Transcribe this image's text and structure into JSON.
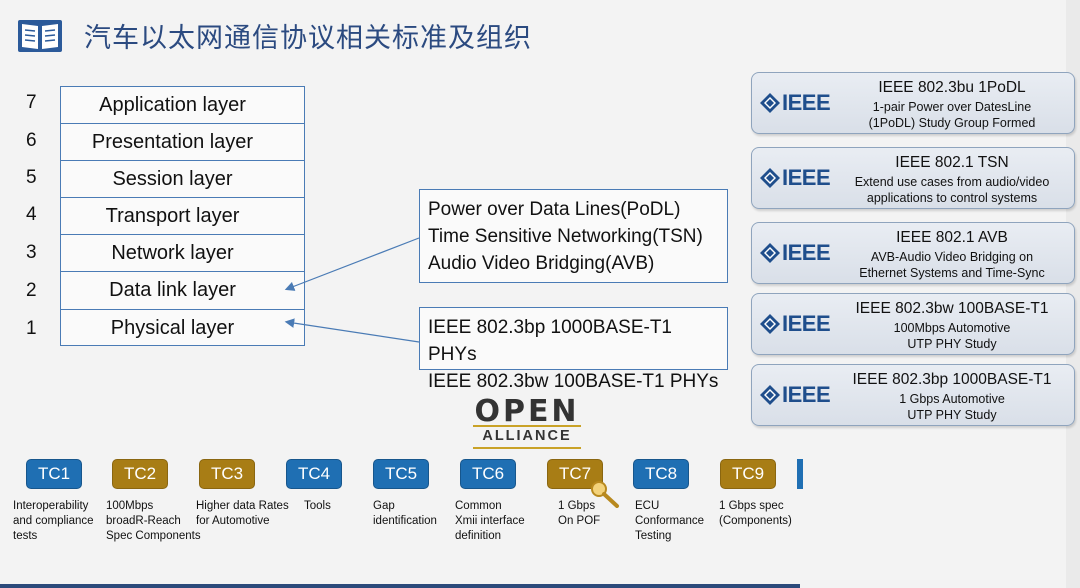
{
  "title": "汽车以太网通信协议相关标准及组织",
  "icons": {
    "header": "book-icon",
    "pen": "pen-icon"
  },
  "colors": {
    "title": "#2b4a80",
    "box_border": "#4a7bb5",
    "tc_blue": "#1f6fb3",
    "tc_gold": "#a87d15",
    "ieee_blue": "#1f4e8c"
  },
  "osi": {
    "numbers": [
      "7",
      "6",
      "5",
      "4",
      "3",
      "2",
      "1"
    ],
    "layers": [
      "Application layer",
      "Presentation layer",
      "Session layer",
      "Transport layer",
      "Network layer",
      "Data link layer",
      "Physical layer"
    ]
  },
  "datalink_box": [
    "Power over Data Lines(PoDL)",
    "Time Sensitive Networking(TSN)",
    "Audio Video Bridging(AVB)"
  ],
  "physical_box": [
    "IEEE 802.3bp 1000BASE-T1 PHYs",
    "IEEE 802.3bw 100BASE-T1 PHYs"
  ],
  "ieee_logo_text": "IEEE",
  "ieee_cards": [
    {
      "title": "IEEE 802.3bu 1PoDL",
      "desc": [
        "1-pair Power over DatesLine",
        "(1PoDL) Study Group Formed"
      ]
    },
    {
      "title": "IEEE 802.1 TSN",
      "desc": [
        "Extend use cases from audio/video",
        "applications to control systems"
      ]
    },
    {
      "title": "IEEE 802.1 AVB",
      "desc": [
        "AVB-Audio Video Bridging on",
        "Ethernet Systems and Time-Sync"
      ]
    },
    {
      "title": "IEEE 802.3bw 100BASE-T1",
      "desc": [
        "100Mbps Automotive",
        "UTP PHY Study"
      ]
    },
    {
      "title": "IEEE 802.3bp 1000BASE-T1",
      "desc": [
        "1 Gbps Automotive",
        "UTP PHY Study"
      ]
    }
  ],
  "open_alliance": {
    "open": "OPEN",
    "alliance": "ALLIANCE"
  },
  "tc": [
    {
      "label": "TC1",
      "color": "blue",
      "desc": "Interoperability\n and compliance\ntests"
    },
    {
      "label": "TC2",
      "color": "gold",
      "desc": "100Mbps\nbroadR-Reach\nSpec Components"
    },
    {
      "label": "TC3",
      "color": "gold",
      "desc": "Higher data Rates\n for Automotive"
    },
    {
      "label": "TC4",
      "color": "blue",
      "desc": "Tools"
    },
    {
      "label": "TC5",
      "color": "blue",
      "desc": "Gap\nidentification"
    },
    {
      "label": "TC6",
      "color": "blue",
      "desc": "Common\nXmii interface\ndefinition"
    },
    {
      "label": "TC7",
      "color": "gold",
      "desc": "1 Gbps\nOn POF"
    },
    {
      "label": "TC8",
      "color": "blue",
      "desc": "ECU\nConformance\nTesting"
    },
    {
      "label": "TC9",
      "color": "gold",
      "desc": "1 Gbps spec\n(Components)"
    }
  ]
}
